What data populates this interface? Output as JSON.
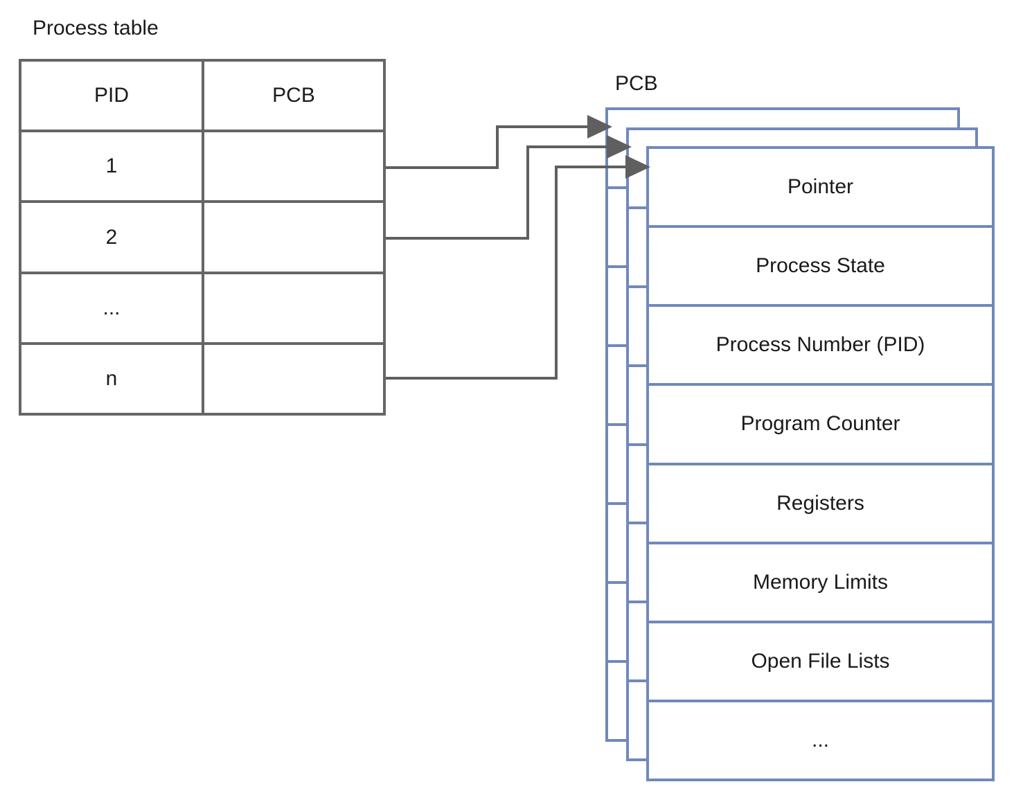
{
  "diagram": {
    "title_left": "Process table",
    "title_right": "PCB"
  },
  "process_table": {
    "label": "Process table",
    "columns": [
      "PID",
      "PCB"
    ],
    "rows": [
      {
        "pid": "1",
        "pcb": ""
      },
      {
        "pid": "2",
        "pcb": ""
      },
      {
        "pid": "...",
        "pcb": ""
      },
      {
        "pid": "n",
        "pcb": ""
      }
    ]
  },
  "pcb": {
    "label": "PCB",
    "fields": [
      "Pointer",
      "Process State",
      "Process Number (PID)",
      "Program Counter",
      "Registers",
      "Memory Limits",
      "Open File Lists",
      "..."
    ],
    "stack_count": 3
  },
  "connectors": [
    {
      "from_row": "1",
      "to": "pcb-card-back"
    },
    {
      "from_row": "2",
      "to": "pcb-card-middle"
    },
    {
      "from_row": "n",
      "to": "pcb-card-front"
    }
  ],
  "colors": {
    "table_border": "#666666",
    "pcb_border": "#7089bc",
    "connector": "#5f5f5f",
    "text": "#1a1a1a",
    "background": "#ffffff"
  }
}
